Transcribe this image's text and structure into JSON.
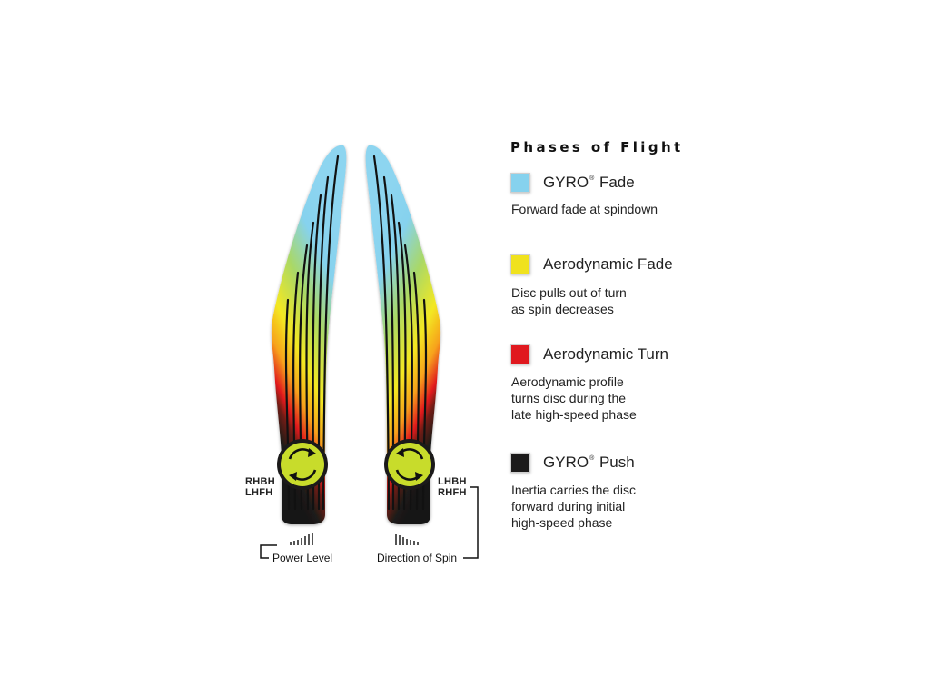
{
  "legend": {
    "title": "Phases of Flight",
    "items": [
      {
        "name": "GYRO",
        "mark": "®",
        "suffix": " Fade",
        "color": "#86d2ee",
        "description": "Forward fade at spindown"
      },
      {
        "name": "Aerodynamic Fade",
        "mark": "",
        "suffix": "",
        "color": "#f0e21e",
        "description": "Disc pulls out of turn\nas spin decreases"
      },
      {
        "name": "Aerodynamic Turn",
        "mark": "",
        "suffix": "",
        "color": "#e0191f",
        "description": "Aerodynamic profile\nturns disc during the\nlate high-speed phase"
      },
      {
        "name": "GYRO",
        "mark": "®",
        "suffix": " Push",
        "color": "#1b1a1a",
        "description": "Inertia carries the disc\nforward during initial\nhigh-speed phase"
      }
    ]
  },
  "left_path": {
    "labels": [
      "RHBH",
      "LHFH"
    ],
    "spin_icon": "clockwise-spin-icon"
  },
  "right_path": {
    "labels": [
      "LHBH",
      "RHFH"
    ],
    "spin_icon": "counterclockwise-spin-icon"
  },
  "power_level": {
    "label": "Power Level",
    "bars_icon": "ascending-bars-icon"
  },
  "direction_of_spin": {
    "label": "Direction of Spin",
    "bars_icon": "descending-bars-icon"
  },
  "colors": {
    "gyro_fade": "#86d2ee",
    "aero_fade": "#f0e21e",
    "aero_turn": "#e0191f",
    "gyro_push": "#1b1a1a",
    "spin_badge": "#c8dc2b"
  }
}
